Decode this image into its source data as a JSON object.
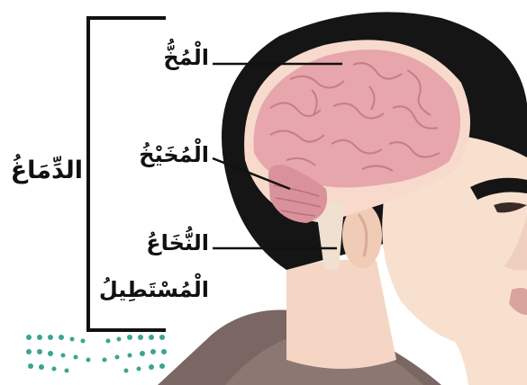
{
  "labels": {
    "group": "الدِّمَاغُ",
    "cerebrum": "الْمُخُّ",
    "cerebellum": "الْمُخَيْخُ",
    "brainstem_line1": "النُّخَاعُ",
    "brainstem_line2": "الْمُسْتَطِيلُ"
  },
  "colors": {
    "skin": "#f8e0cf",
    "hair": "#151515",
    "brain": "#e6a6ac",
    "brain_shadow": "#cf8590",
    "stem": "#efe0cf",
    "shirt": "#7a6662",
    "leader": "#111111",
    "logo": "#3aa58f"
  }
}
